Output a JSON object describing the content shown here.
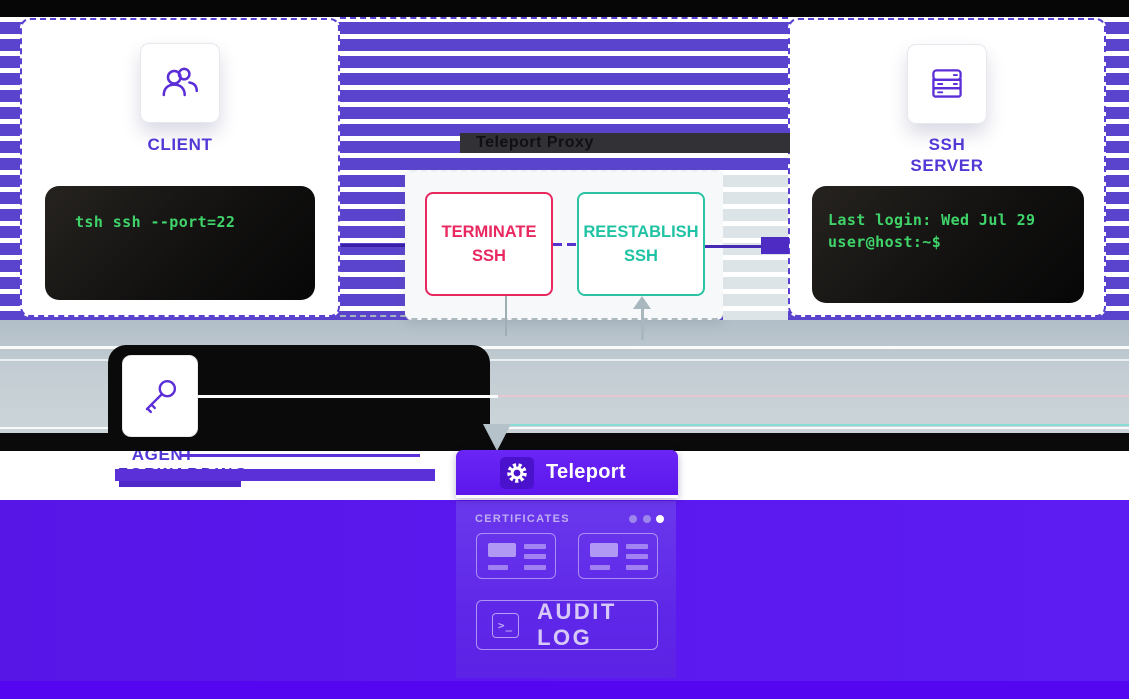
{
  "client": {
    "label": "CLIENT",
    "terminal_command": "tsh ssh --port=22",
    "icon": "users-icon"
  },
  "proxy": {
    "title": "Teleport Proxy",
    "terminate": {
      "line1": "TERMINATE",
      "line2": "SSH"
    },
    "reestablish": {
      "line1": "REESTABLISH",
      "line2": "SSH"
    }
  },
  "ssh_server": {
    "label_line1": "SSH",
    "label_line2": "SERVER",
    "terminal_line1": "Last login: Wed Jul 29",
    "terminal_line2": "user@host:~$",
    "icon": "server-icon"
  },
  "agent": {
    "label": "AGENT",
    "sublabel": "FORWARDING",
    "icon": "key-icon"
  },
  "teleport_panel": {
    "brand": "Teleport",
    "brand_icon": "gear-icon",
    "certificates_label": "CERTIFICATES",
    "audit_log_label": "AUDIT LOG",
    "audit_icon_glyph": ">_",
    "pagination_dots": 3
  },
  "colors": {
    "stripe_purple": "#5b44cd",
    "accent_purple": "#5438d6",
    "terminal_green": "#3fd46a",
    "terminate_pink": "#e8285f",
    "reestablish_teal": "#2cc3a4",
    "panel_purple": "#5d1cf2",
    "band_gray": "#c3cdd3"
  }
}
